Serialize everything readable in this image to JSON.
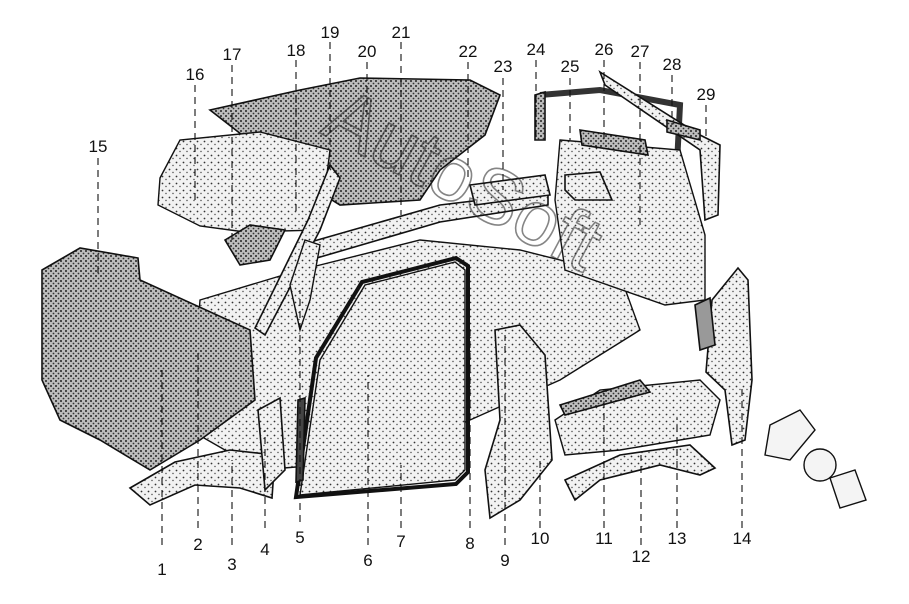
{
  "labels": [
    "1",
    "2",
    "3",
    "4",
    "5",
    "6",
    "7",
    "8",
    "9",
    "10",
    "11",
    "12",
    "13",
    "14",
    "15",
    "16",
    "17",
    "18",
    "19",
    "20",
    "21",
    "22",
    "23",
    "24",
    "25",
    "26",
    "27",
    "28",
    "29"
  ],
  "watermark": "AutoSoft"
}
